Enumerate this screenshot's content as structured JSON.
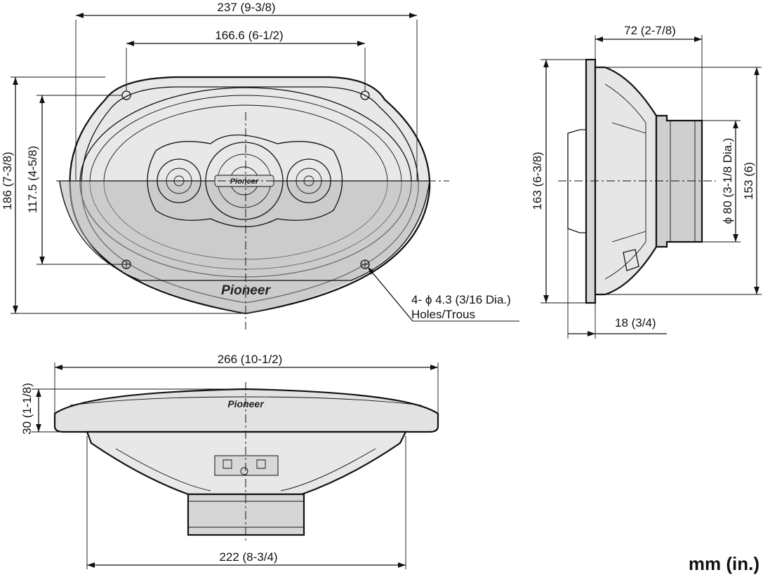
{
  "colors": {
    "line": "#111111",
    "face": "#e6e6e6",
    "shade": "#b4b4b4",
    "dark": "#8c8c8c"
  },
  "brand": "Pioneer",
  "front_view": {
    "width_overall": "237 (9-3/8)",
    "hole_spacing": "166.6 (6-1/2)",
    "height_overall": "186 (7-3/8)",
    "hole_spacing_vertical": "117.5 (4-5/8)",
    "holes_label": "4- ϕ 4.3 (3/16 Dia.)",
    "holes_label_2": "Holes/Trous"
  },
  "side_view": {
    "depth": "72 (2-7/8)",
    "height": "163 (6-3/8)",
    "cutout": "153 (6)",
    "magnet": "ϕ 80 (3-1/8 Dia.)",
    "protrusion": "18 (3/4)"
  },
  "bottom_view": {
    "width_overall": "266 (10-1/2)",
    "mount_height": "30 (1-1/8)",
    "basket_width": "222 (8-3/4)"
  },
  "units": "mm (in.)"
}
